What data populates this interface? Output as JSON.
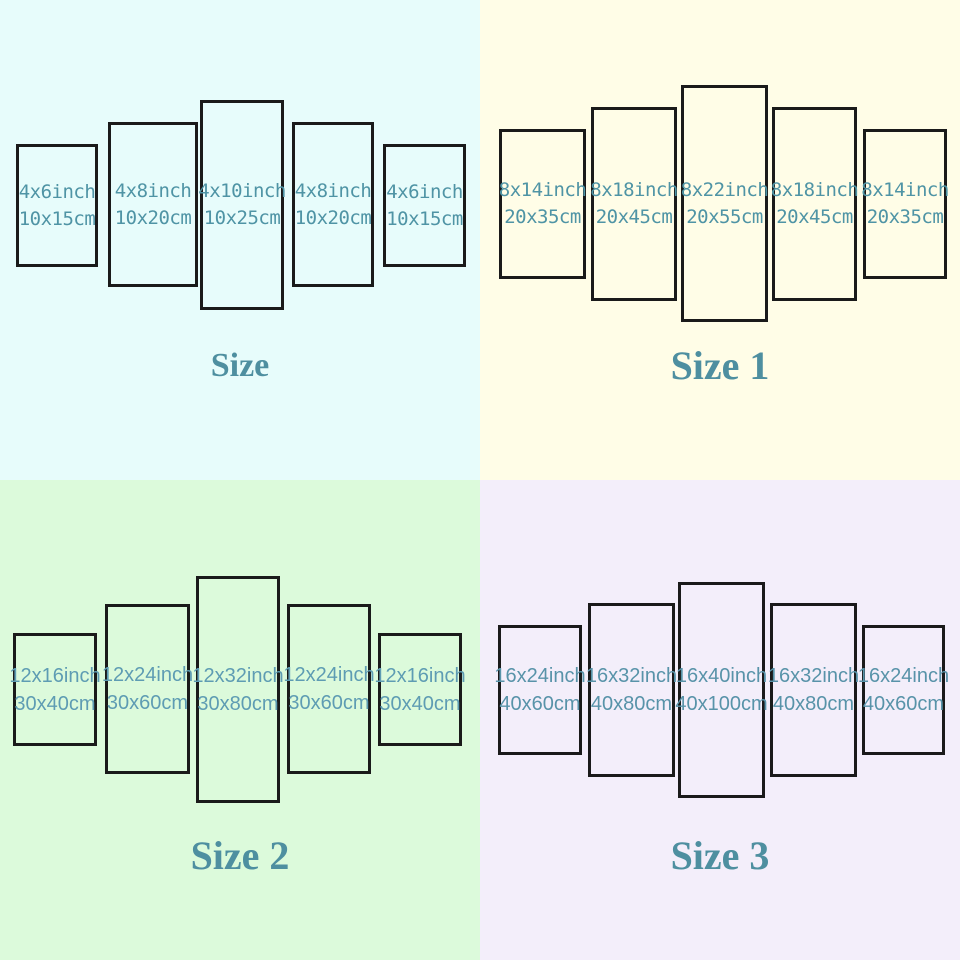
{
  "colors": {
    "title": "#4e8fa0",
    "panel_border": "#1a1a1a"
  },
  "quadrants": [
    {
      "title": "Size",
      "bg": "#e7fcfb",
      "label_color": "#4f94a5",
      "panels": [
        {
          "inch": "4x6inch",
          "cm": "10x15cm"
        },
        {
          "inch": "4x8inch",
          "cm": "10x20cm"
        },
        {
          "inch": "4x10inch",
          "cm": "10x25cm"
        },
        {
          "inch": "4x8inch",
          "cm": "10x20cm"
        },
        {
          "inch": "4x6inch",
          "cm": "10x15cm"
        }
      ]
    },
    {
      "title": "Size 1",
      "bg": "#fffde7",
      "label_color": "#4f94a5",
      "panels": [
        {
          "inch": "8x14inch",
          "cm": "20x35cm"
        },
        {
          "inch": "8x18inch",
          "cm": "20x45cm"
        },
        {
          "inch": "8x22inch",
          "cm": "20x55cm"
        },
        {
          "inch": "8x18inch",
          "cm": "20x45cm"
        },
        {
          "inch": "8x14inch",
          "cm": "20x35cm"
        }
      ]
    },
    {
      "title": "Size 2",
      "bg": "#dcfadb",
      "label_color": "#5e9cb3",
      "panels": [
        {
          "inch": "12x16inch",
          "cm": "30x40cm"
        },
        {
          "inch": "12x24inch",
          "cm": "30x60cm"
        },
        {
          "inch": "12x32inch",
          "cm": "30x80cm"
        },
        {
          "inch": "12x24inch",
          "cm": "30x60cm"
        },
        {
          "inch": "12x16inch",
          "cm": "30x40cm"
        }
      ]
    },
    {
      "title": "Size 3",
      "bg": "#f3eefa",
      "label_color": "#5893a9",
      "panels": [
        {
          "inch": "16x24inch",
          "cm": "40x60cm"
        },
        {
          "inch": "16x32inch",
          "cm": "40x80cm"
        },
        {
          "inch": "16x40inch",
          "cm": "40x100cm"
        },
        {
          "inch": "16x32inch",
          "cm": "40x80cm"
        },
        {
          "inch": "16x24inch",
          "cm": "40x60cm"
        }
      ]
    }
  ]
}
